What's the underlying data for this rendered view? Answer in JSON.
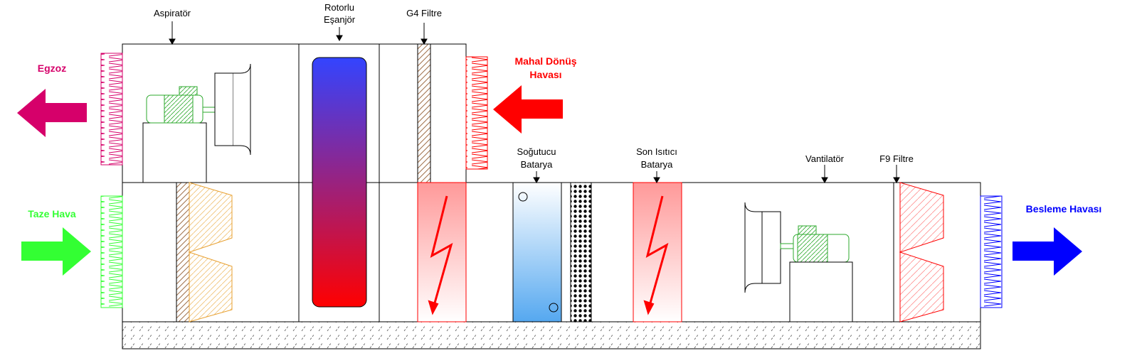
{
  "labels": {
    "aspirator": "Aspiratör",
    "rotor_line1": "Rotorlu",
    "rotor_line2": "Eşanjör",
    "g4_filter": "G4 Filtre",
    "cooling_line1": "Soğutucu",
    "cooling_line2": "Batarya",
    "reheat_line1": "Son Isıtıcı",
    "reheat_line2": "Batarya",
    "fan": "Vantilatör",
    "f9_filter": "F9 Filtre"
  },
  "flows": {
    "exhaust": "Egzoz",
    "return_line1": "Mahal Dönüş",
    "return_line2": "Havası",
    "fresh": "Taze Hava",
    "supply": "Besleme Havası"
  },
  "colors": {
    "exhaust": "#d6006a",
    "return": "#ff0000",
    "fresh": "#33ff33",
    "supply": "#0000ff",
    "rotor_top": "#3344ff",
    "rotor_bottom": "#ff0000",
    "motor": "#2eaa2e",
    "filter_brown": "#a0704a",
    "bag_filter": "#e8a030"
  }
}
